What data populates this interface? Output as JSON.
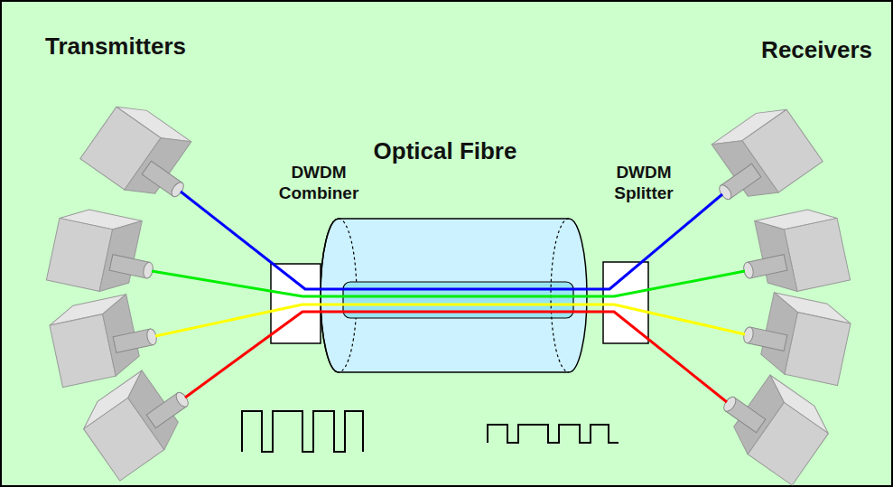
{
  "diagram": {
    "labels": [
      "Transmitters",
      "Receivers",
      "DWDM Combiner",
      "Optical Fibre",
      "DWDM Splitter"
    ]
  }
}
